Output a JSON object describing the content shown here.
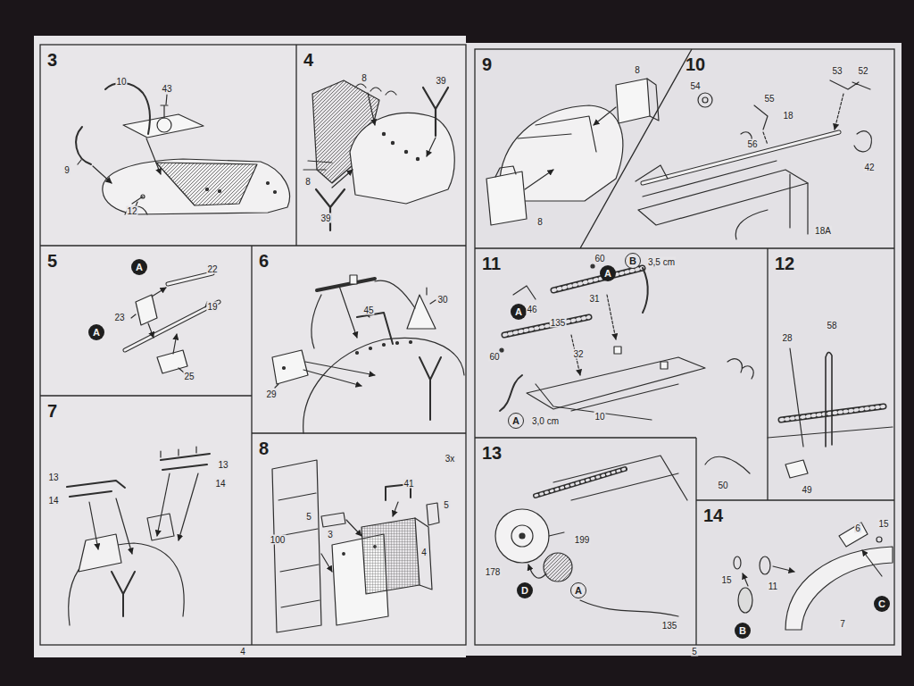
{
  "diagram": {
    "nodes": [
      {
        "text": [
          "3"
        ]
      },
      {
        "text": [
          "4"
        ]
      },
      {
        "text": [
          "5"
        ]
      },
      {
        "text": [
          "A"
        ],
        "in": 2
      },
      {
        "text": [
          "A"
        ],
        "in": 2
      },
      {
        "text": [
          "6"
        ]
      },
      {
        "text": [
          "7"
        ]
      },
      {
        "text": [
          "8"
        ]
      },
      {
        "text": [
          "9"
        ]
      },
      {
        "text": [
          "10"
        ]
      },
      {
        "text": [
          "11"
        ]
      },
      {
        "text": [
          "B"
        ],
        "in": 10
      },
      {
        "text": [
          "A"
        ],
        "in": 10
      },
      {
        "text": [
          "A"
        ],
        "in": 10
      },
      {
        "text": [
          "A"
        ],
        "in": 10
      },
      {
        "text": [
          "12"
        ]
      },
      {
        "text": [
          "13"
        ]
      },
      {
        "text": [
          "D"
        ],
        "in": 16
      },
      {
        "text": [
          "A"
        ],
        "in": 16
      },
      {
        "text": [
          "14"
        ]
      },
      {
        "text": [
          "B"
        ],
        "in": 19
      },
      {
        "text": [
          "C"
        ],
        "in": 19
      }
    ],
    "labels": [
      "10",
      "43",
      "9",
      "12",
      "8",
      "39",
      "8",
      "39",
      "22",
      "23",
      "19",
      "25",
      "30",
      "45",
      "29",
      "13",
      "13",
      "14",
      "14",
      "3x",
      "41",
      "5",
      "5",
      "100",
      "3",
      "4",
      "8",
      "8",
      "53",
      "52",
      "54",
      "55",
      "18",
      "56",
      "42",
      "18A",
      "60",
      "46",
      "31",
      "135",
      "32",
      "60",
      "10",
      "3,5 cm",
      "3,0 cm",
      "28",
      "58",
      "50",
      "49",
      "199",
      "178",
      "135",
      "6",
      "15",
      "15",
      "11",
      "7",
      "4",
      "5"
    ]
  }
}
